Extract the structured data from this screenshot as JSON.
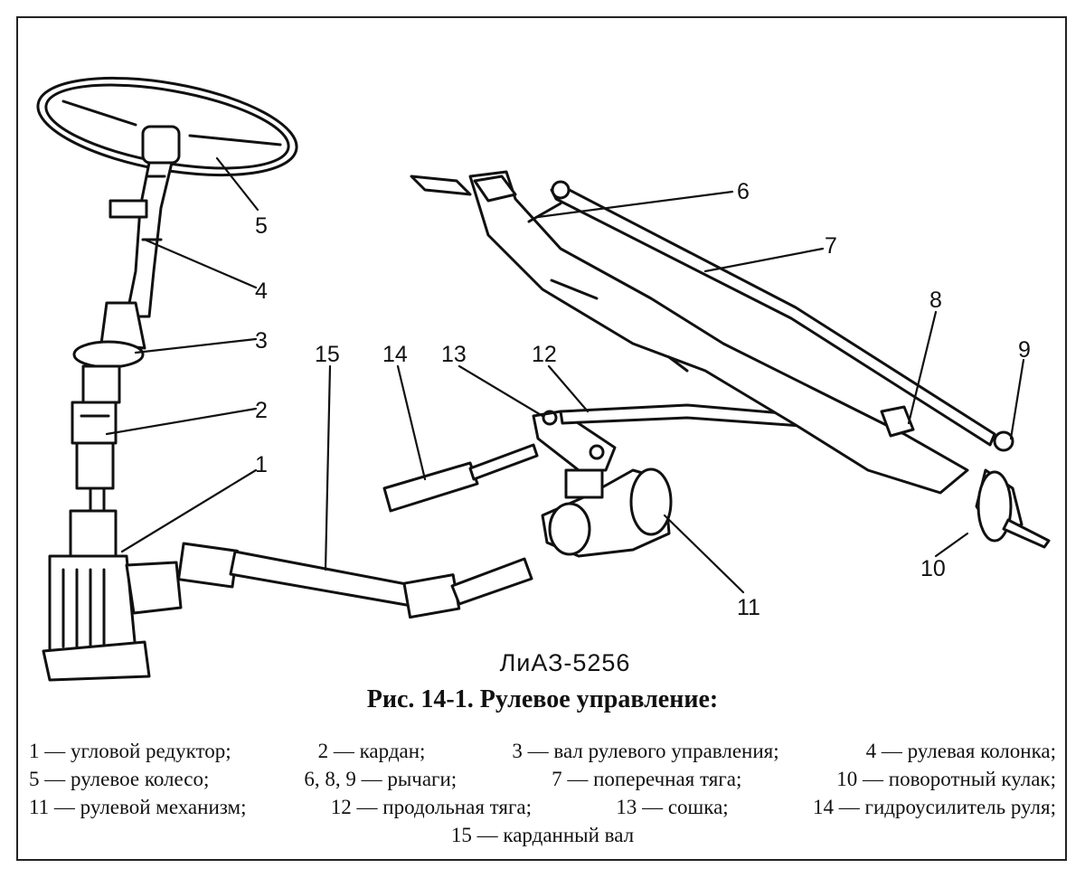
{
  "model": "ЛиАЗ-5256",
  "caption": "Рис. 14-1. Рулевое управление:",
  "callouts": [
    "1",
    "2",
    "3",
    "4",
    "5",
    "6",
    "7",
    "8",
    "9",
    "10",
    "11",
    "12",
    "13",
    "14",
    "15"
  ],
  "legend": {
    "line1": [
      "1 — угловой редуктор;",
      "2 — кардан;",
      "3 — вал рулевого управления;",
      "4 — рулевая колонка;"
    ],
    "line2": [
      "5 — рулевое колесо;",
      "6, 8, 9 — рычаги;",
      "7 — поперечная тяга;",
      "10 — поворотный кулак;"
    ],
    "line3": [
      "11 — рулевой механизм;",
      "12 — продольная тяга;",
      "13 — сошка;",
      "14 — гидроусилитель руля;"
    ],
    "line4": [
      "15 — карданный вал"
    ]
  }
}
